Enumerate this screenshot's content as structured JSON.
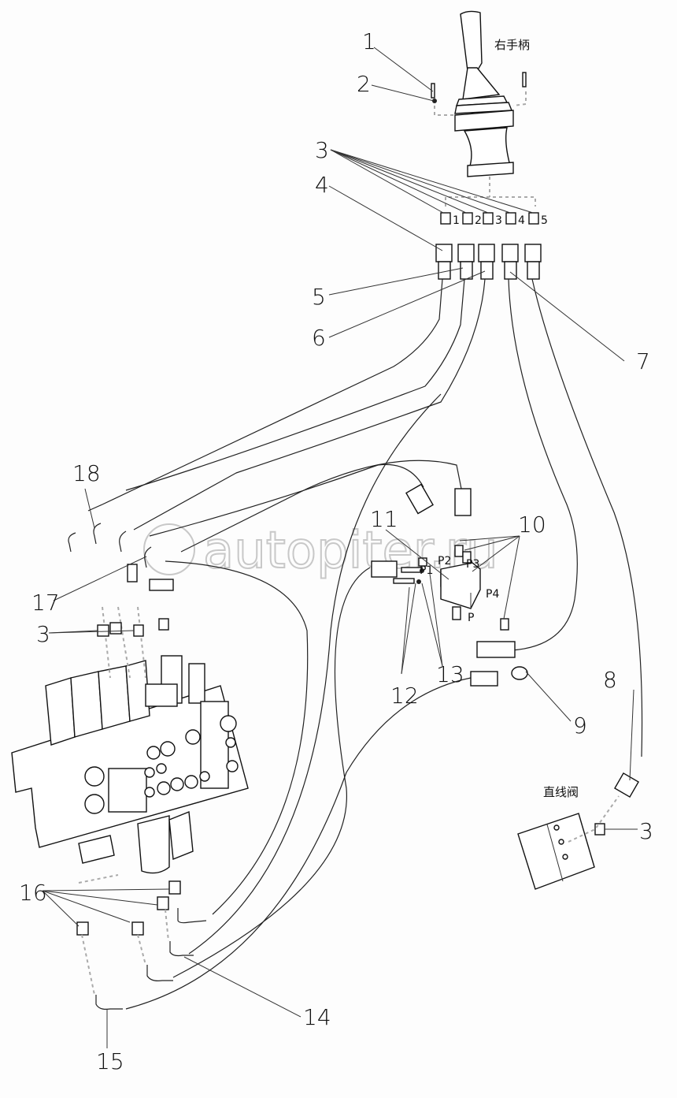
{
  "diagram": {
    "title_joystick": "右手柄",
    "title_straight_valve": "直线阀",
    "watermark": "autopiter.ru",
    "port_numbers": [
      "1",
      "2",
      "3",
      "4",
      "5"
    ],
    "block_ports": [
      "P1",
      "P2",
      "P3",
      "P4",
      "P"
    ],
    "callouts": [
      {
        "id": "c1",
        "text": "1"
      },
      {
        "id": "c2",
        "text": "2"
      },
      {
        "id": "c3a",
        "text": "3"
      },
      {
        "id": "c4",
        "text": "4"
      },
      {
        "id": "c5",
        "text": "5"
      },
      {
        "id": "c6",
        "text": "6"
      },
      {
        "id": "c7",
        "text": "7"
      },
      {
        "id": "c8",
        "text": "8"
      },
      {
        "id": "c9",
        "text": "9"
      },
      {
        "id": "c10",
        "text": "10"
      },
      {
        "id": "c11",
        "text": "11"
      },
      {
        "id": "c12",
        "text": "12"
      },
      {
        "id": "c13",
        "text": "13"
      },
      {
        "id": "c14",
        "text": "14"
      },
      {
        "id": "c15",
        "text": "15"
      },
      {
        "id": "c16",
        "text": "16"
      },
      {
        "id": "c17",
        "text": "17"
      },
      {
        "id": "c18",
        "text": "18"
      },
      {
        "id": "c3b",
        "text": "3"
      },
      {
        "id": "c3c",
        "text": "3"
      }
    ]
  }
}
